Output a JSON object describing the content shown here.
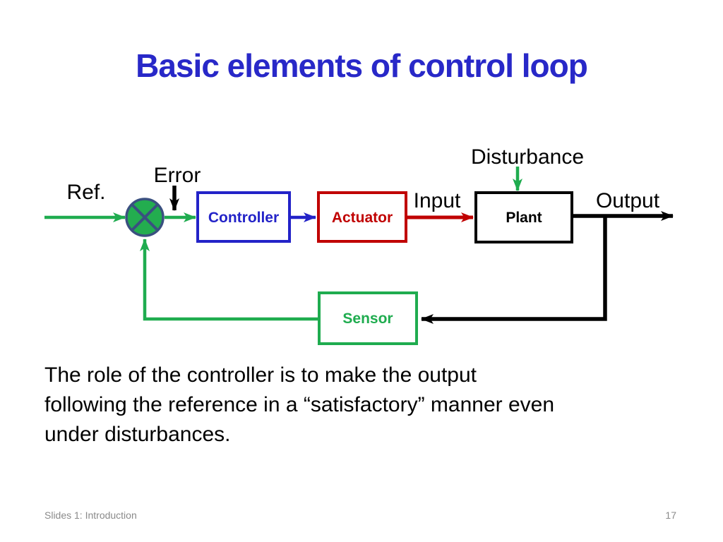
{
  "slide": {
    "title": "Basic elements of control loop",
    "body_lines": [
      "The role of the controller is to make the output",
      "following the reference in a “satisfactory” manner even",
      "under disturbances."
    ],
    "footer": {
      "left": "Slides 1: Introduction",
      "page": "17"
    }
  },
  "diagram": {
    "labels": {
      "ref": "Ref.",
      "error": "Error",
      "disturbance": "Disturbance",
      "input": "Input",
      "output": "Output"
    },
    "blocks": {
      "controller": {
        "label": "Controller"
      },
      "actuator": {
        "label": "Actuator"
      },
      "plant": {
        "label": "Plant"
      },
      "sensor": {
        "label": "Sensor"
      }
    },
    "colors": {
      "title_blue": "#2828C8",
      "block_blue": "#2323C8",
      "block_red": "#C00000",
      "signal_green": "#1FAC4F",
      "black": "#000000",
      "junction_fill": "#23AD4F",
      "junction_stroke": "#3A5080",
      "footer_gray": "#8A8A8A"
    }
  }
}
